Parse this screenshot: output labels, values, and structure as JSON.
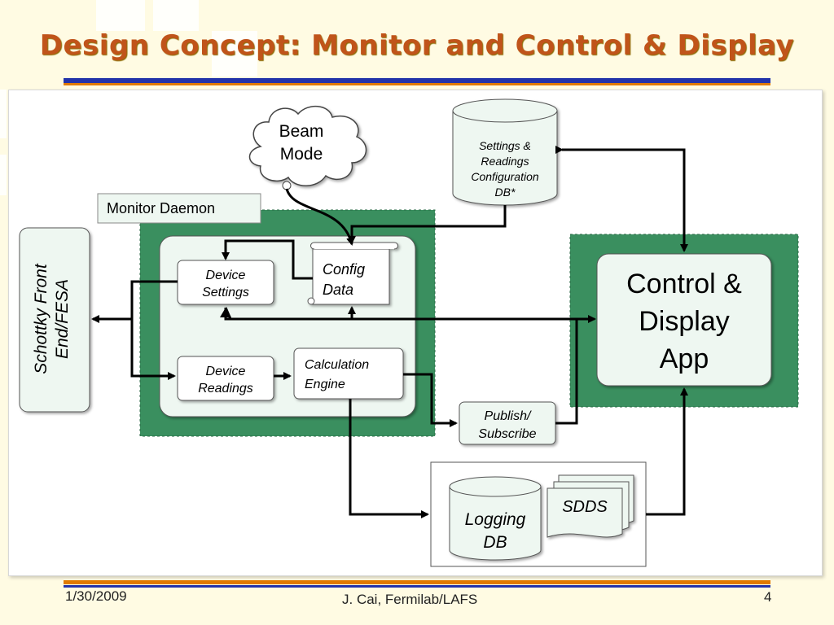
{
  "slide": {
    "title": "Design Concept: Monitor and Control & Display",
    "colors": {
      "title": "#c0541a",
      "rule_top": "#2233aa",
      "rule_bottom": "#e07a00",
      "green": "#3a8f5f",
      "box_fill": "#eef7f1"
    }
  },
  "diagram": {
    "beam_mode": [
      "Beam",
      "Mode"
    ],
    "db_settings": [
      "Settings &",
      "Readings",
      "Configuration",
      "DB*"
    ],
    "monitor_daemon": "Monitor Daemon",
    "device_settings": [
      "Device",
      "Settings"
    ],
    "config_data": [
      "Config",
      "Data"
    ],
    "device_readings": [
      "Device",
      "Readings"
    ],
    "calculation_engine": [
      "Calculation",
      "Engine"
    ],
    "schottky": [
      "Schottky Front",
      "End/FESA"
    ],
    "control_display": [
      "Control &",
      "Display",
      "App"
    ],
    "publish_subscribe": [
      "Publish/",
      "Subscribe"
    ],
    "logging_db": [
      "Logging",
      "DB"
    ],
    "sdds": "SDDS"
  },
  "footer": {
    "date": "1/30/2009",
    "author": "J. Cai, Fermilab/LAFS",
    "page": "4"
  }
}
